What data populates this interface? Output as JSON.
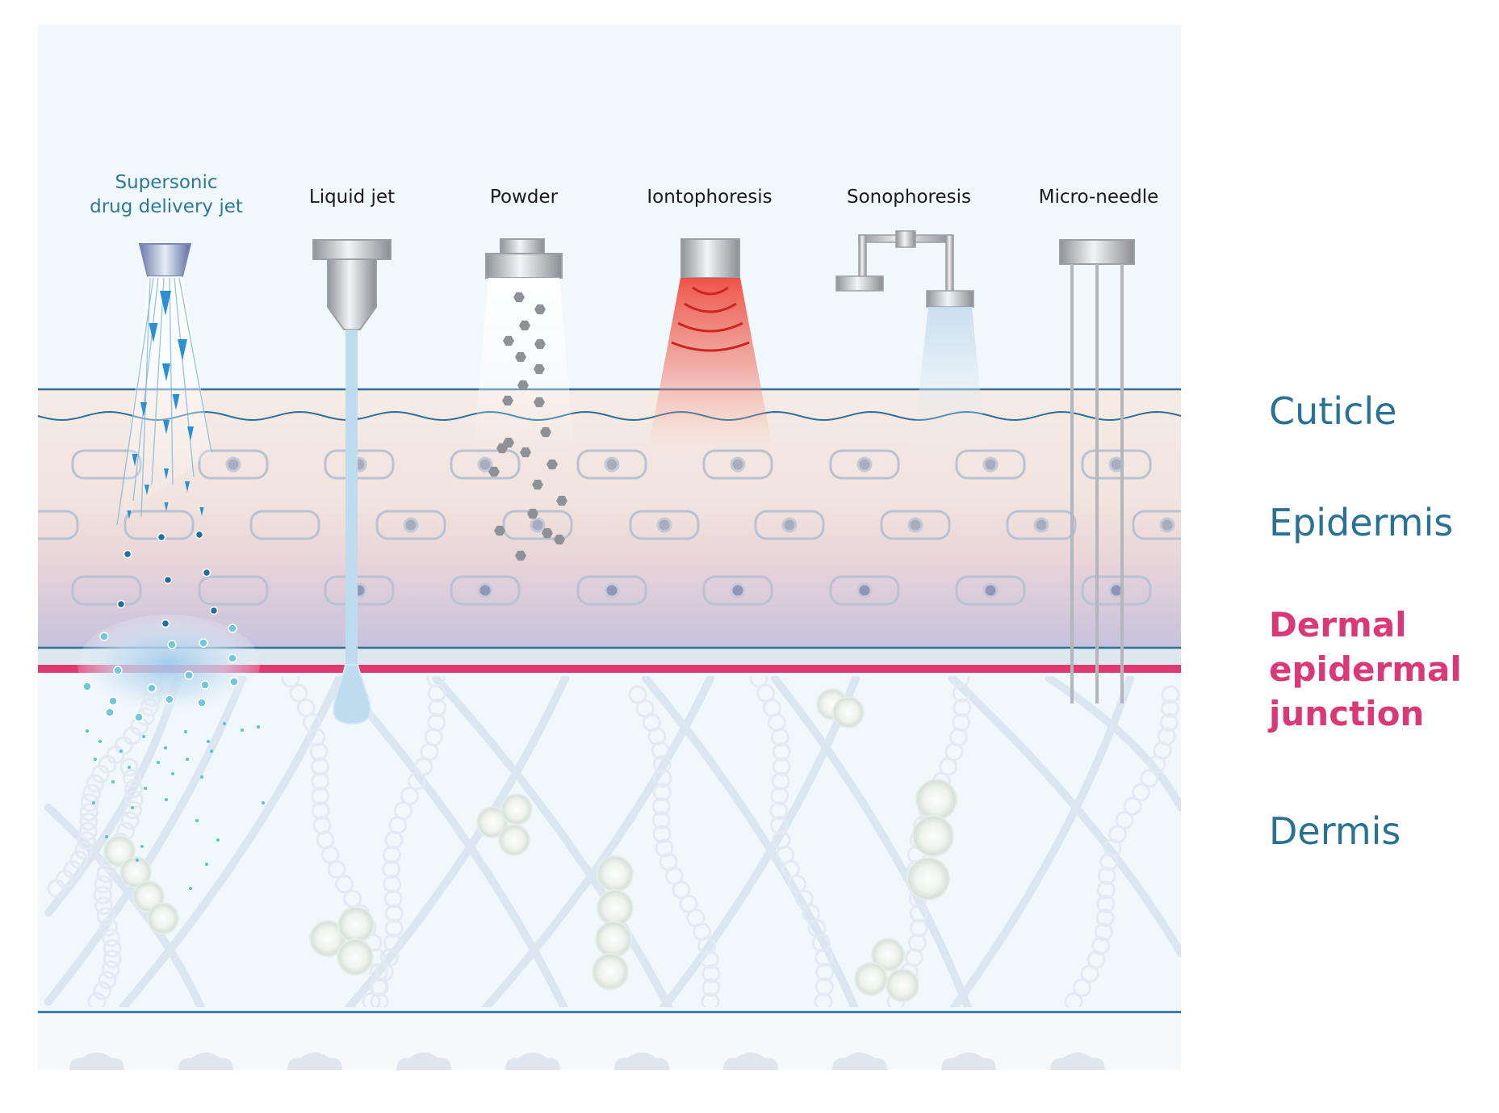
{
  "devices": [
    {
      "id": "supersonic",
      "lines": [
        "Supersonic",
        "drug delivery jet"
      ]
    },
    {
      "id": "liquid",
      "lines": [
        "Liquid jet"
      ]
    },
    {
      "id": "powder",
      "lines": [
        "Powder"
      ]
    },
    {
      "id": "ionto",
      "lines": [
        "Iontophoresis"
      ]
    },
    {
      "id": "sono",
      "lines": [
        "Sonophoresis"
      ]
    },
    {
      "id": "micro",
      "lines": [
        "Micro-needle"
      ]
    }
  ],
  "layers": {
    "cuticle": "Cuticle",
    "epidermis": "Epidermis",
    "dej_lines": [
      "Dermal",
      "epidermal",
      "junction"
    ],
    "dermis": "Dermis"
  },
  "colors": {
    "layer_label": "#2a7196",
    "dej_label": "#d93a77",
    "dej_line": "#e03a72",
    "boundary": "#2f6e98",
    "supersonic_label": "#2f7896",
    "device_label": "#1a1a1a",
    "panel_bg": "#f1f8fc",
    "epidermis_top": "#f6e8e2",
    "epidermis_bottom": "#c9c5dd",
    "heat": "#ef4a3d"
  }
}
